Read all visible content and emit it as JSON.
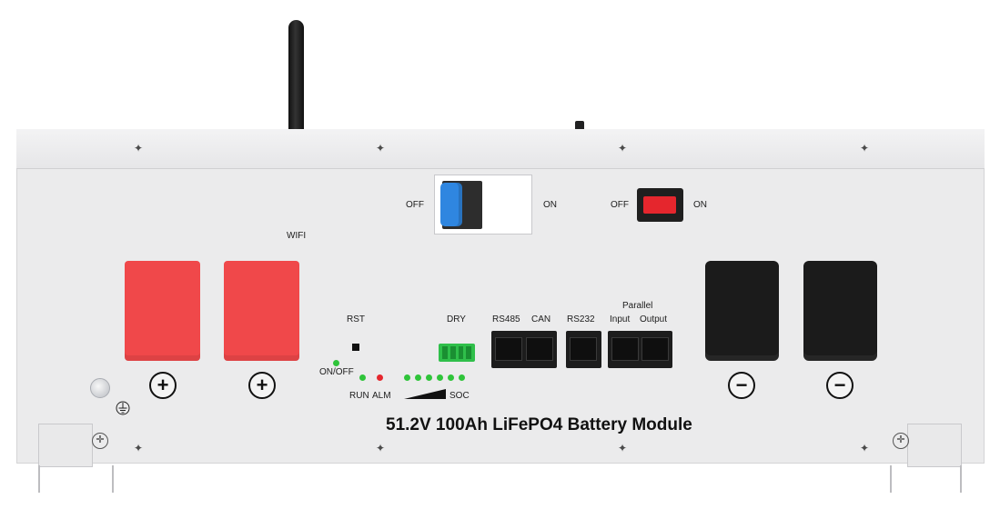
{
  "labels": {
    "wifi": "WIFI",
    "breaker_off": "OFF",
    "breaker_on": "ON",
    "switch_off": "OFF",
    "switch_on": "ON",
    "rst": "RST",
    "on_off": "ON/OFF",
    "run": "RUN",
    "alm": "ALM",
    "soc": "SOC",
    "dry": "DRY",
    "rs485": "RS485",
    "can": "CAN",
    "rs232": "RS232",
    "parallel": "Parallel",
    "parallel_input": "Input",
    "parallel_output": "Output"
  },
  "title": "51.2V 100Ah LiFePO4 Battery Module",
  "terminals": {
    "positive_symbol": "+",
    "negative_symbol": "−"
  },
  "colors": {
    "panel": "#ebebec",
    "positive_terminal": "#f0484a",
    "negative_terminal": "#1b1b1b",
    "breaker_handle": "#2f86e0",
    "rocker_switch": "#e5262d",
    "led_green": "#2fc43a",
    "led_red": "#e5262d",
    "dry_connector": "#2fbf4a"
  },
  "icons": {
    "ground": "ground-icon",
    "screw": "screw-icon"
  }
}
